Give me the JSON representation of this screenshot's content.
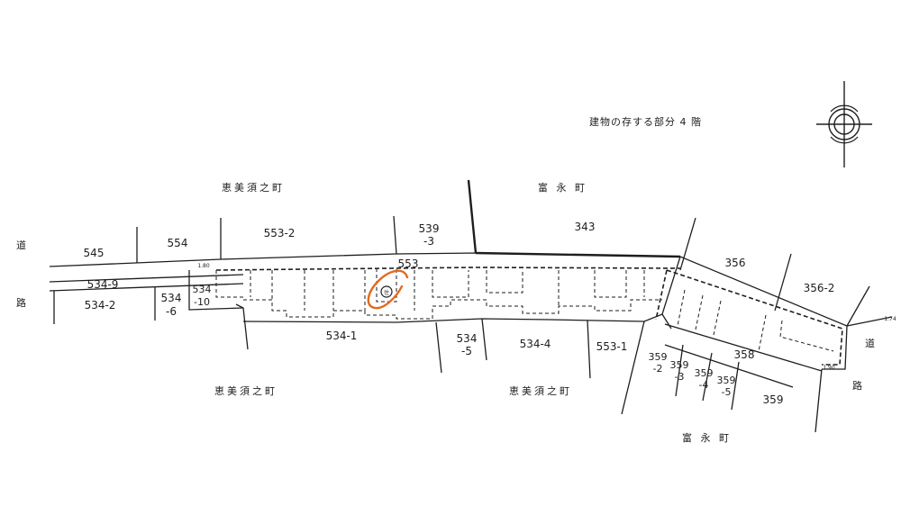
{
  "note": "建物の存する部分 4 階",
  "towns": {
    "ebisu_north": "恵美須之町",
    "ebisu_south_left": "恵美須之町",
    "ebisu_south_mid": "恵美須之町",
    "tominaga_north": "富 永 町",
    "tominaga_south": "富 永 町"
  },
  "roads": {
    "left_a": "道",
    "left_b": "路",
    "right_a": "道",
    "right_b": "路"
  },
  "lots": {
    "l545": "545",
    "l554": "554",
    "l553_2": "553-2",
    "l539_3_a": "539",
    "l539_3_b": "-3",
    "l343": "343",
    "l553": "553",
    "l534_9": "534-9",
    "l534_2": "534-2",
    "l534_6_a": "534",
    "l534_6_b": "-6",
    "l534_10_a": "534",
    "l534_10_b": "-10",
    "l534_1": "534-1",
    "l534_5_a": "534",
    "l534_5_b": "-5",
    "l534_4": "534-4",
    "l553_1": "553-1",
    "l356": "356",
    "l356_2": "356-2",
    "l358": "358",
    "l359": "359",
    "l359_2_a": "359",
    "l359_2_b": "-2",
    "l359_3_a": "359",
    "l359_3_b": "-3",
    "l359_4_a": "359",
    "l359_4_b": "-4",
    "l359_5_a": "359",
    "l359_5_b": "-5"
  },
  "dims": {
    "d180": "1.80",
    "d174": "1.74",
    "d190": "1.90"
  },
  "symbols": {
    "building": "住",
    "compass": "north-arrow-icon",
    "highlight_color": "#e26a1e"
  }
}
